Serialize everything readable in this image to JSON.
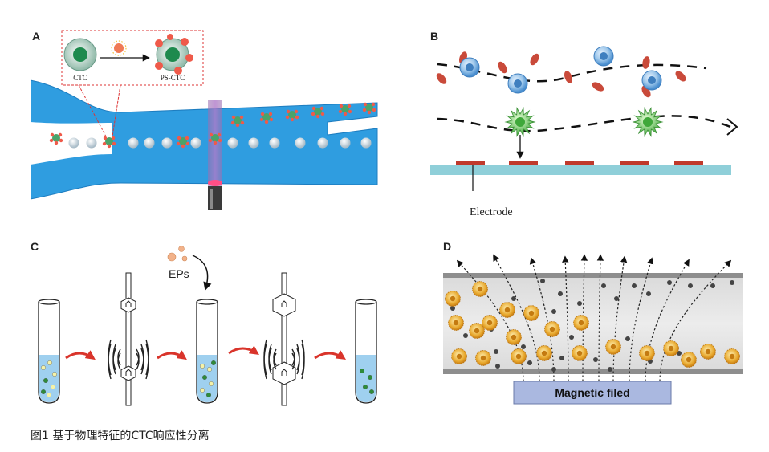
{
  "caption": "图1 基于物理特征的CTC响应性分离",
  "panels": {
    "a": {
      "label": "A",
      "cell_label": "CTC",
      "tagged_label": "PS-CTC"
    },
    "b": {
      "label": "B",
      "electrode_label": "Electrode"
    },
    "c": {
      "label": "C",
      "particle_label": "EPs"
    },
    "d": {
      "label": "D",
      "field_label": "Magnetic filed"
    }
  },
  "colors": {
    "channel": "#2f9de0",
    "substrate": "#8fcfd9",
    "electrode": "#c0392b",
    "rbc": "#c94a3a",
    "wbc": "#4a8fd0",
    "ctc_green": "#5cc24a",
    "magnet_bar": "#aab8e0",
    "tube_liquid": "#9fd0ef",
    "arrow_red": "#d9342b"
  }
}
